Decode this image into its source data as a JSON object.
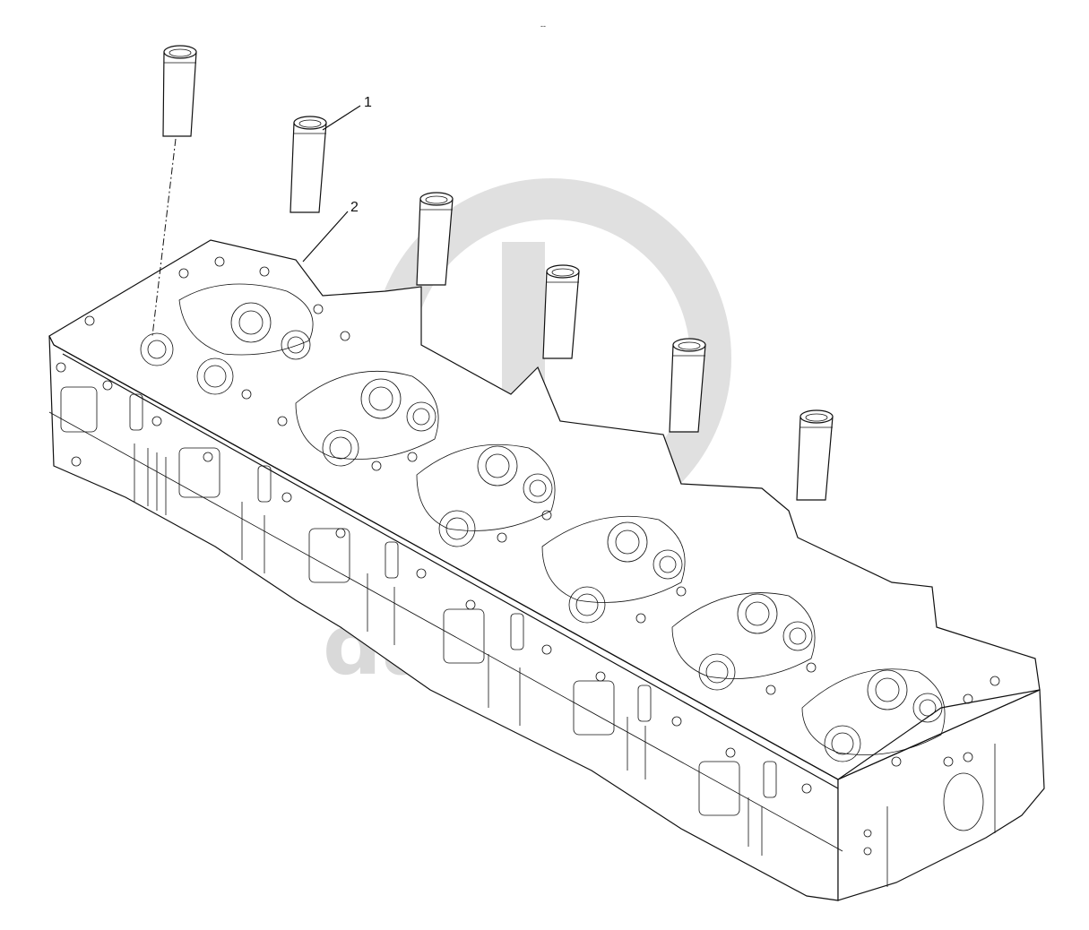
{
  "figure": {
    "type": "exploded-parts-diagram",
    "top_mark": "-- ",
    "callouts": [
      {
        "id": "callout-1",
        "label": "1"
      },
      {
        "id": "callout-2",
        "label": "2"
      }
    ],
    "watermark": {
      "text": "data-bank",
      "color": "#d9d9d9"
    },
    "line_color": "#111111",
    "background": "#ffffff",
    "sleeve_count": 6
  }
}
